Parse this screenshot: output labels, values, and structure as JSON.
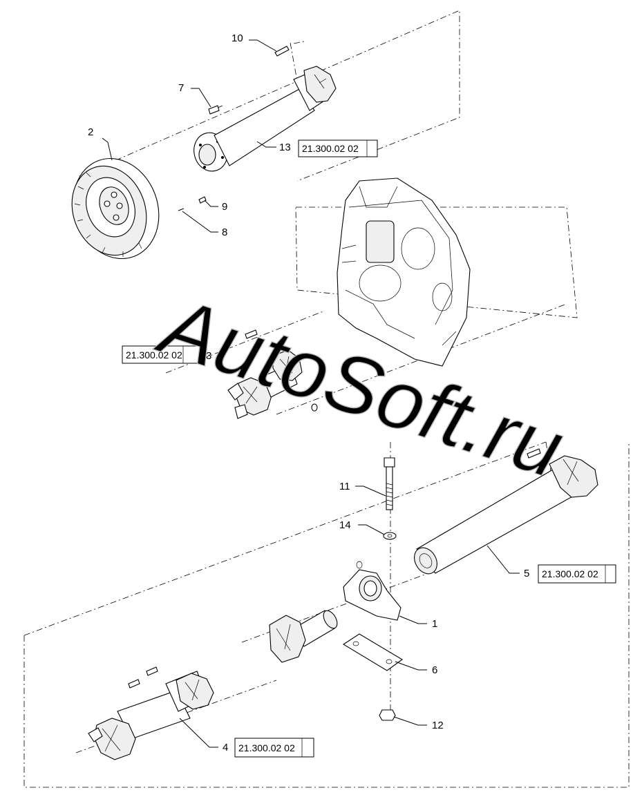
{
  "watermark": "AutoSoft.ru",
  "callouts": [
    {
      "id": "2",
      "label": "2"
    },
    {
      "id": "7",
      "label": "7"
    },
    {
      "id": "8",
      "label": "8"
    },
    {
      "id": "9",
      "label": "9"
    },
    {
      "id": "10",
      "label": "10"
    },
    {
      "id": "13",
      "label": "13"
    },
    {
      "id": "3",
      "label": "3"
    },
    {
      "id": "11",
      "label": "11"
    },
    {
      "id": "14",
      "label": "14"
    },
    {
      "id": "5",
      "label": "5"
    },
    {
      "id": "1",
      "label": "1"
    },
    {
      "id": "6",
      "label": "6"
    },
    {
      "id": "12",
      "label": "12"
    },
    {
      "id": "4",
      "label": "4"
    }
  ],
  "references": {
    "ref_13": "21.300.02 02",
    "ref_3": "21.300.02 02",
    "ref_5": "21.300.02 02",
    "ref_4": "21.300.02 02"
  }
}
